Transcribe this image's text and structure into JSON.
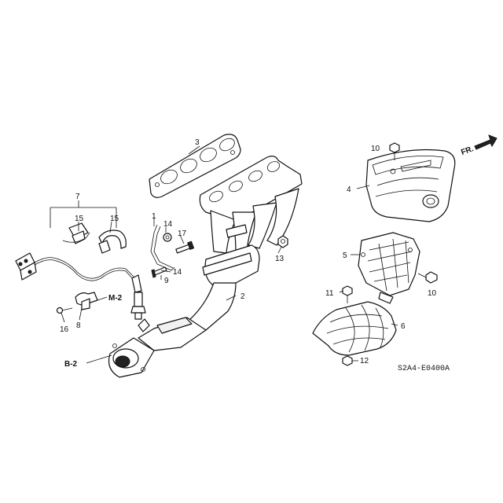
{
  "diagram": {
    "code": "S2A4-E0400A",
    "front_arrow": "FR.",
    "refs": {
      "m2": "M-2",
      "b2": "B-2"
    },
    "callouts": {
      "c1": "1",
      "c2": "2",
      "c3": "3",
      "c4": "4",
      "c5": "5",
      "c6": "6",
      "c7": "7",
      "c8": "8",
      "c9": "9",
      "c10a": "10",
      "c10b": "10",
      "c11": "11",
      "c12": "12",
      "c13": "13",
      "c14a": "14",
      "c14b": "14",
      "c15a": "15",
      "c15b": "15",
      "c16": "16",
      "c17": "17"
    }
  }
}
